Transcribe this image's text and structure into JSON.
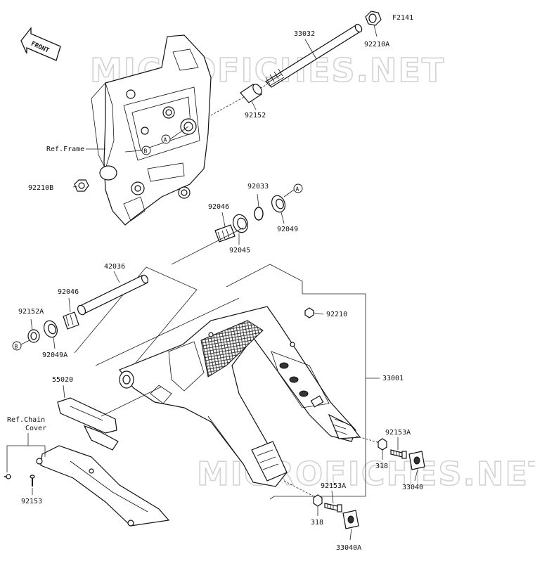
{
  "diagram_code": "F2141",
  "direction_label": "FRONT",
  "watermark": "MICROFICHES.NET",
  "ref_frame": "Ref.Frame",
  "ref_chain_cover_line1": "Ref.Chain",
  "ref_chain_cover_line2": "Cover",
  "callouts": {
    "a": "A",
    "b": "B"
  },
  "parts": {
    "p33032": "33032",
    "p92210A": "92210A",
    "p92152": "92152",
    "p92210B": "92210B",
    "p92033": "92033",
    "p92046_upper": "92046",
    "p92049": "92049",
    "p92045": "92045",
    "p42036": "42036",
    "p92046_lower": "92046",
    "p92152A": "92152A",
    "p92049A": "92049A",
    "p92210": "92210",
    "p33001": "33001",
    "p55020": "55020",
    "p92153A_right": "92153A",
    "p318_right": "318",
    "p33040": "33040",
    "p92153": "92153",
    "p92153A_lower": "92153A",
    "p318_lower": "318",
    "p33040A": "33040A"
  }
}
